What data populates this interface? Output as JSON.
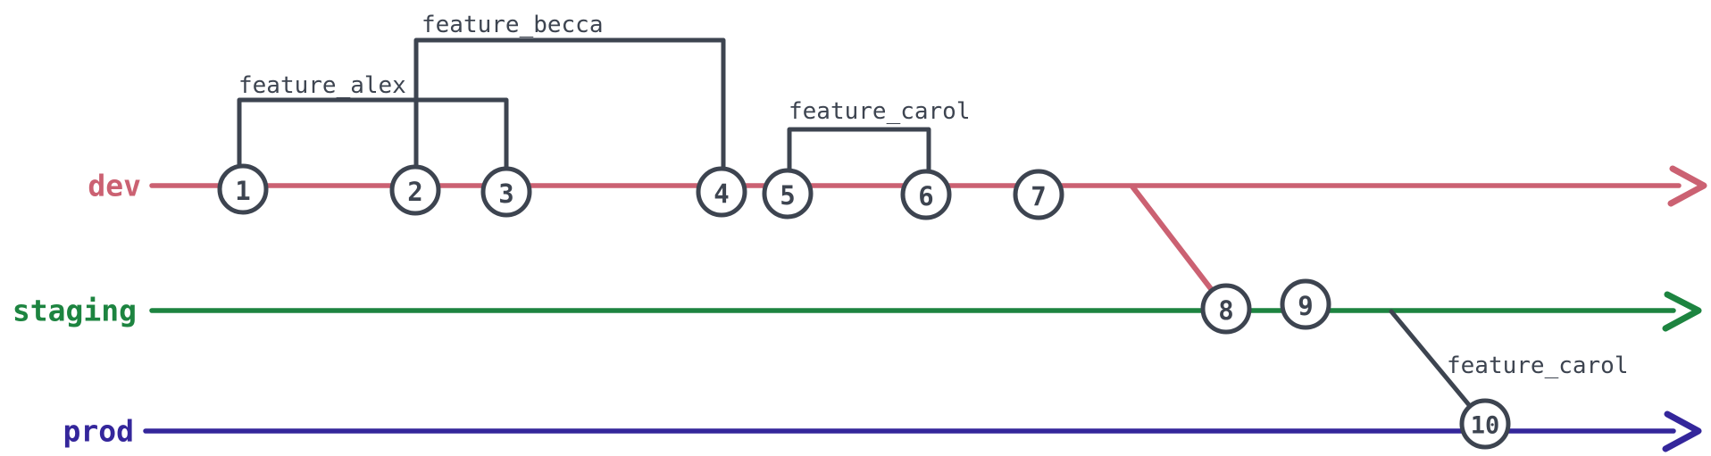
{
  "theme": {
    "background": "#ffffff",
    "node_stroke": "#3d4450",
    "node_fill": "#ffffff",
    "label_color": "#3d4450"
  },
  "branches": [
    {
      "name": "dev",
      "color": "#cb6172",
      "commits": [
        "1",
        "2",
        "3",
        "4",
        "5",
        "6",
        "7"
      ]
    },
    {
      "name": "staging",
      "color": "#1d8440",
      "commits": [
        "8",
        "9"
      ]
    },
    {
      "name": "prod",
      "color": "#34269b",
      "commits": [
        "10"
      ]
    }
  ],
  "features": [
    {
      "label": "feature_alex",
      "branched_from_commit": "1",
      "merged_at_commit": "3",
      "on_branch": "dev"
    },
    {
      "label": "feature_becca",
      "branched_from_commit": "2",
      "merged_at_commit": "4",
      "on_branch": "dev"
    },
    {
      "label": "feature_carol",
      "branched_from_commit": "5",
      "merged_at_commit": "6",
      "on_branch": "dev"
    },
    {
      "label": "feature_carol",
      "branched_from_branch": "staging",
      "merged_at_commit": "10",
      "merged_into": "prod"
    }
  ],
  "merges": [
    {
      "from_branch": "dev",
      "into_branch": "staging",
      "at_commit": "8"
    },
    {
      "from_branch": "staging",
      "into_branch": "prod",
      "at_commit": "10"
    }
  ]
}
